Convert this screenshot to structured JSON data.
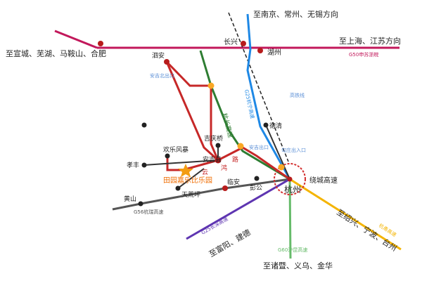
{
  "map": {
    "colors": {
      "g50": "#c2185b",
      "hangning": "#1e88e5",
      "hangchang": "#2e7d32",
      "yunman": "#c62828",
      "changshen": "#5e35b1",
      "hurkun": "#66bb6a",
      "hangjin": "#f4b400",
      "hangrui": "#555555",
      "hsr": "#222222",
      "hsr_label": "#5b8fd6",
      "hangzhou_ring": "#d32f2f",
      "city_dot": "#b71c1c",
      "exit_dot": "#f9a825",
      "star": "#f39c12",
      "park_label": "#ef6c00",
      "exit_label": "#5b8fd6"
    },
    "direction_labels": {
      "nanjing": "至南京、常州、无锡方向",
      "shanghai": "至上海、江苏方向",
      "xuancheng": "至宣城、芜湖、马鞍山、合肥",
      "shaoxing": "至绍兴、宁波、台州",
      "fuyang": "至富阳、建德",
      "zhuji": "至诸暨、义乌、金华"
    },
    "places": {
      "changxing": "长兴",
      "huzhou": "湖州",
      "sian": "泗安",
      "deqing": "德清",
      "jiqingqiao": "吉庆桥",
      "huanle": "欢乐风暴",
      "anji": "安吉县",
      "xiaofeng": "孝丰",
      "tianhuangping": "天荒坪",
      "linan": "临安",
      "pengong": "彭公",
      "huangshan": "黄山",
      "hangzhou": "杭州",
      "park": "田园嘉乐比乐园"
    },
    "exits": {
      "anji_north": "安吉北出口",
      "anji_exit": "安吉出口",
      "goucun": "勾庄出入口"
    },
    "roads": {
      "g50": "G50申苏浙皖",
      "g25": "G25杭宁高速",
      "hangchang": "杭长高速",
      "yun": "云",
      "lu": "路",
      "man": "鸿",
      "hsr": "高铁线",
      "ring": "绕城高速",
      "changshen": "G25长深高速",
      "hurkun": "G60沪昆高速",
      "hangrui": "G56杭瑞高速",
      "hangjin": "杭甬高速"
    }
  }
}
